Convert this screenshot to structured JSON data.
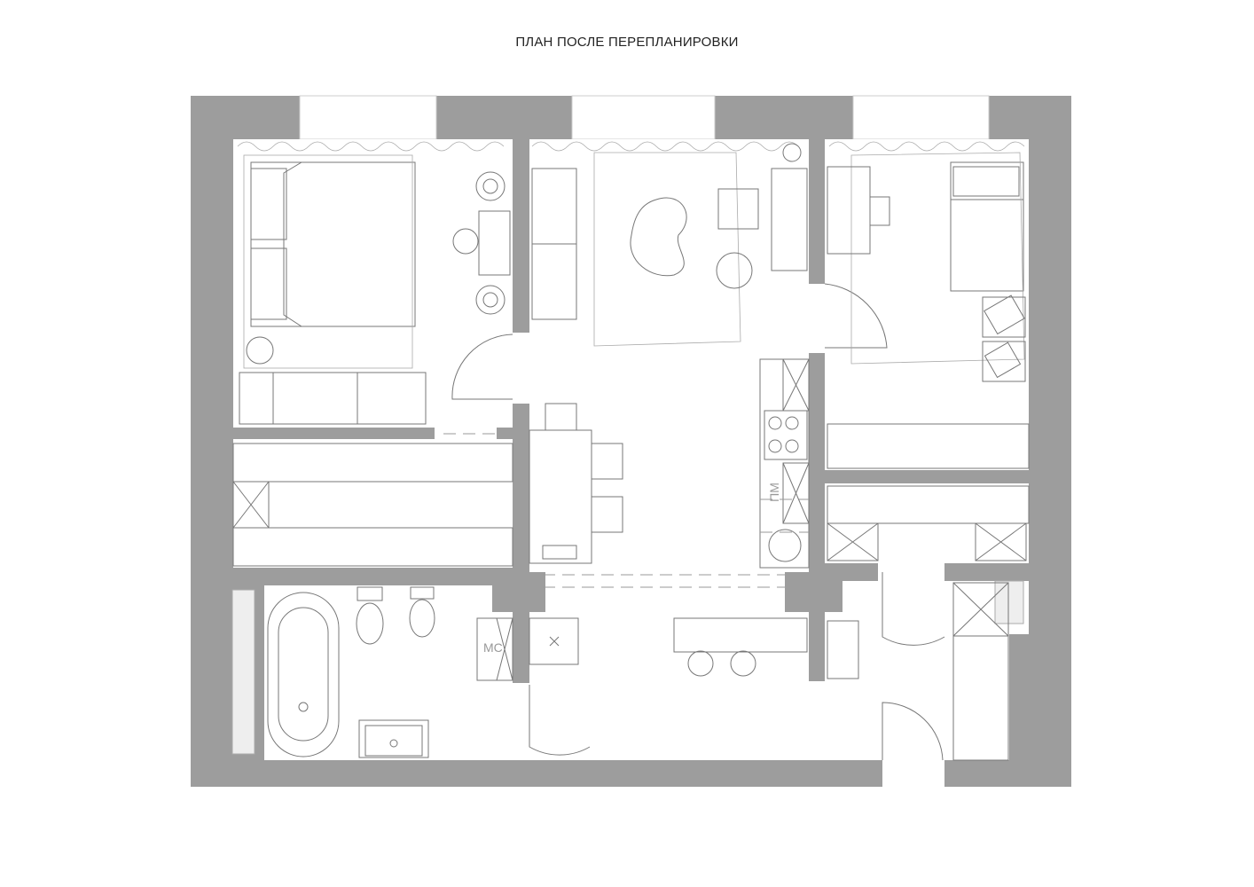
{
  "title": "ПЛАН ПОСЛЕ ПЕРЕПЛАНИРОВКИ",
  "labels": {
    "kitchen_appliance": "ПМ",
    "bathroom_appliance": "МС"
  },
  "colors": {
    "wall": "#9d9d9d",
    "line": "#777777",
    "background": "#ffffff"
  }
}
